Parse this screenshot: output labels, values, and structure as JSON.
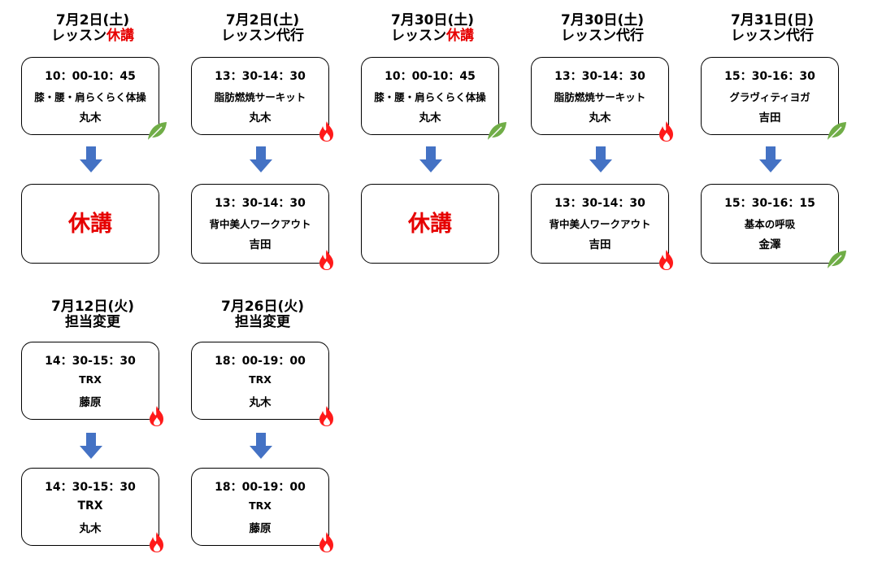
{
  "colors": {
    "accent_red": "#e60000",
    "arrow_blue": "#4472c4",
    "flame_red": "#ff1a1a",
    "leaf_green": "#70ad47"
  },
  "columns": [
    {
      "header_line1": "7月2日(土)",
      "header_line2": "レッスン",
      "header_red": "休講",
      "before": {
        "time": "10：00-10：45",
        "name": "膝・腰・肩らくらく体操",
        "instructor": "丸木",
        "icon": "leaf-icon"
      },
      "after": {
        "cancelled": true,
        "cancel_text": "休講"
      }
    },
    {
      "header_line1": "7月2日(土)",
      "header_line2": "レッスン代行",
      "header_red": "",
      "before": {
        "time": "13：30-14：30",
        "name": "脂肪燃焼サーキット",
        "instructor": "丸木",
        "icon": "flame-icon"
      },
      "after": {
        "time": "13：30-14：30",
        "name": "背中美人ワークアウト",
        "instructor": "吉田",
        "icon": "flame-icon"
      }
    },
    {
      "header_line1": "7月30日(土)",
      "header_line2": "レッスン",
      "header_red": "休講",
      "before": {
        "time": "10：00-10：45",
        "name": "膝・腰・肩らくらく体操",
        "instructor": "丸木",
        "icon": "leaf-icon"
      },
      "after": {
        "cancelled": true,
        "cancel_text": "休講"
      }
    },
    {
      "header_line1": "7月30日(土)",
      "header_line2": "レッスン代行",
      "header_red": "",
      "before": {
        "time": "13：30-14：30",
        "name": "脂肪燃焼サーキット",
        "instructor": "丸木",
        "icon": "flame-icon"
      },
      "after": {
        "time": "13：30-14：30",
        "name": "背中美人ワークアウト",
        "instructor": "吉田",
        "icon": "flame-icon"
      }
    },
    {
      "header_line1": "7月31日(日)",
      "header_line2": "レッスン代行",
      "header_red": "",
      "before": {
        "time": "15：30-16：30",
        "name": "グラヴィティヨガ",
        "instructor": "吉田",
        "icon": "leaf-icon"
      },
      "after": {
        "time": "15：30-16：15",
        "name": "基本の呼吸",
        "instructor": "金澤",
        "icon": "leaf-icon"
      }
    },
    {
      "header_line1": "7月12日(火)",
      "header_line2": "担当変更",
      "header_red": "",
      "before": {
        "time": "14：30-15：30",
        "name": "TRX",
        "instructor": "藤原",
        "icon": "flame-icon"
      },
      "after": {
        "time": "14：30-15：30",
        "name": "TRX",
        "instructor": "丸木",
        "icon": "flame-icon"
      }
    },
    {
      "header_line1": "7月26日(火)",
      "header_line2": "担当変更",
      "header_red": "",
      "before": {
        "time": "18：00-19：00",
        "name": "TRX",
        "instructor": "丸木",
        "icon": "flame-icon"
      },
      "after": {
        "time": "18：00-19：00",
        "name": "TRX",
        "instructor": "藤原",
        "icon": "flame-icon"
      }
    }
  ]
}
